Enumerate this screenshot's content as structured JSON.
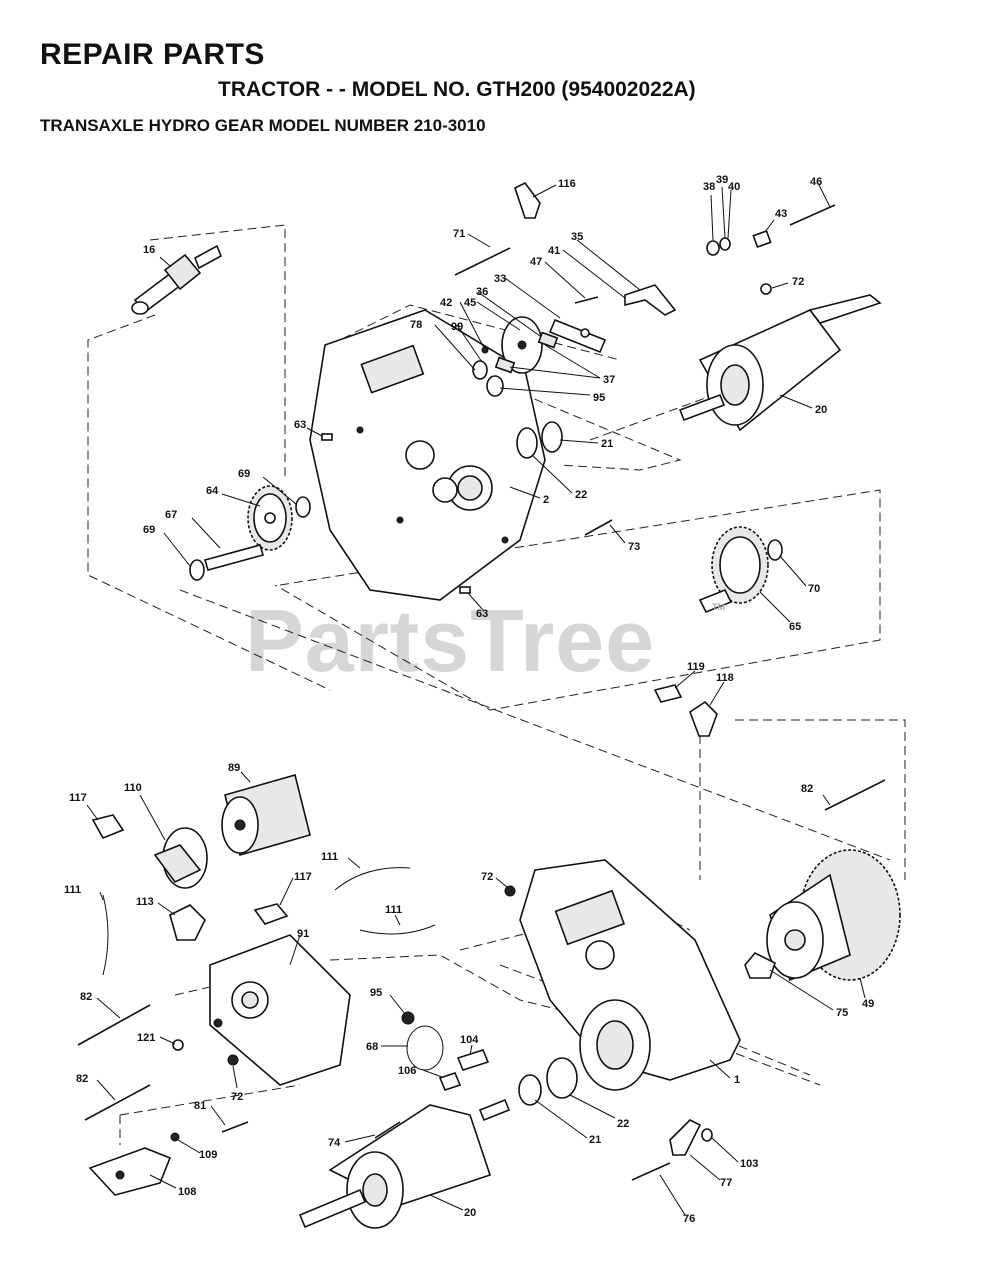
{
  "header": {
    "title": "REPAIR PARTS",
    "subtitle": "TRACTOR - - MODEL NO. GTH200 (954002022A)",
    "section": "TRANSAXLE HYDRO GEAR MODEL NUMBER 210-3010"
  },
  "watermark": "PartsTree",
  "trademark": "TM",
  "callouts": {
    "c116": "116",
    "c38": "38",
    "c39": "39",
    "c40": "40",
    "c46": "46",
    "c43": "43",
    "c71": "71",
    "c35": "35",
    "c41": "41",
    "c47": "47",
    "c72a": "72",
    "c33": "33",
    "c36": "36",
    "c42": "42",
    "c45": "45",
    "c78": "78",
    "c99": "99",
    "c37": "37",
    "c95a": "95",
    "c20a": "20",
    "c16": "16",
    "c63a": "63",
    "c21a": "21",
    "c22a": "22",
    "c2": "2",
    "c69a": "69",
    "c64": "64",
    "c67": "67",
    "c69b": "69",
    "c73": "73",
    "c70": "70",
    "c65": "65",
    "c63b": "63",
    "c119": "119",
    "c118": "118",
    "c89": "89",
    "c110": "110",
    "c117a": "117",
    "c82a": "82",
    "c111a": "111",
    "c111b": "111",
    "c111c": "111",
    "c117b": "117",
    "c113": "113",
    "c72b": "72",
    "c91": "91",
    "c82b": "82",
    "c121": "121",
    "c95b": "95",
    "c68": "68",
    "c104": "104",
    "c106": "106",
    "c82c": "82",
    "c72c": "72",
    "c81": "81",
    "c109": "109",
    "c108": "108",
    "c74": "74",
    "c20b": "20",
    "c21b": "21",
    "c22b": "22",
    "c1": "1",
    "c75": "75",
    "c49": "49",
    "c103": "103",
    "c77": "77",
    "c76": "76"
  }
}
